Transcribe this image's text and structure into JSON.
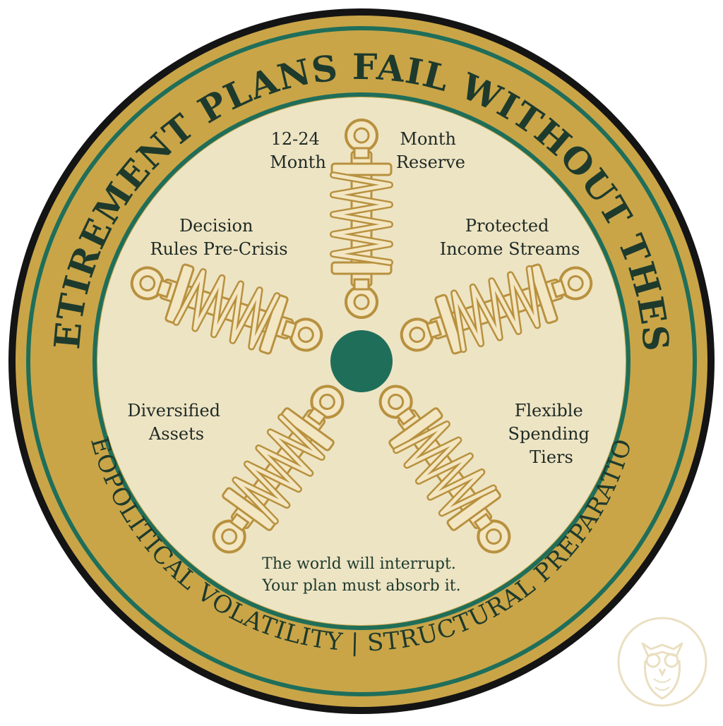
{
  "title_arc": "RETIREMENT PLANS FAIL WITHOUT THESE",
  "bottom_arc": {
    "left": "GEOPOLITICAL VOLATILITY",
    "separator": "|",
    "right": "STRUCTURAL PREPARATION"
  },
  "labels": {
    "top_left": [
      "12-24",
      "Month"
    ],
    "top_right": [
      "Month",
      "Reserve"
    ],
    "decision": [
      "Decision",
      "Rules Pre-Crisis"
    ],
    "protected": [
      "Protected",
      "Income Streams"
    ],
    "diversified": [
      "Diversified",
      "Assets"
    ],
    "flexible": [
      "Flexible",
      "Spending",
      "Tiers"
    ]
  },
  "tagline": [
    "The world will interrupt.",
    "Your plan must absorb it."
  ],
  "watermark": "owl-logo",
  "colors": {
    "gold": "#c9a548",
    "green": "#1f6e5a",
    "dark_green": "#1e3a2c",
    "cream": "#ede4c4",
    "spring": "#b8913f",
    "spring_fill": "#f3e6c2",
    "black": "#141414"
  }
}
